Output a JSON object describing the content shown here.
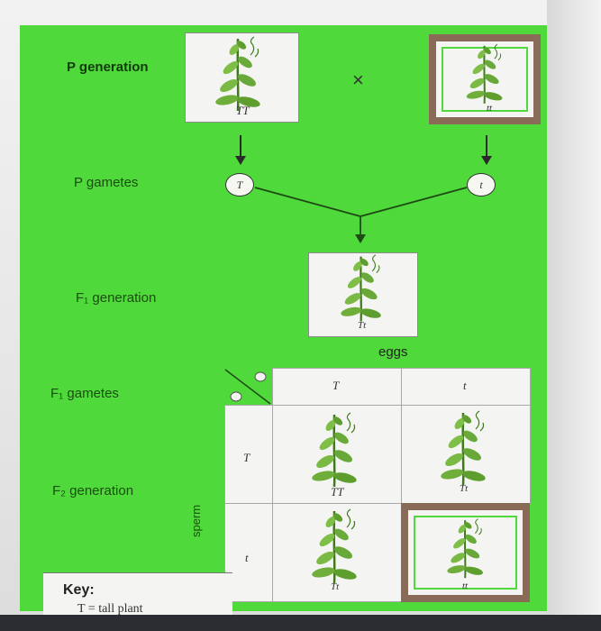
{
  "labels": {
    "p_generation": "P generation",
    "p_gametes": "P gametes",
    "f1_generation": "F₁ generation",
    "f1_gametes": "F₁ gametes",
    "f2_generation": "F₂ generation",
    "eggs": "eggs",
    "sperm": "sperm"
  },
  "cross_symbol": "×",
  "parents": [
    {
      "genotype": "TT"
    },
    {
      "genotype": "tt"
    }
  ],
  "parent_gametes": [
    "T",
    "t"
  ],
  "f1": {
    "genotype": "Tt"
  },
  "punnett": {
    "egg_alleles": [
      "T",
      "t"
    ],
    "sperm_alleles": [
      "T",
      "t"
    ],
    "cells": [
      [
        "TT",
        "Tt"
      ],
      [
        "Tt",
        "tt"
      ]
    ]
  },
  "key": {
    "title": "Key:",
    "line1": "T = tall plant"
  },
  "colors": {
    "panel_green": "#4fd93a",
    "highlight_frame": "#8a6b58"
  }
}
